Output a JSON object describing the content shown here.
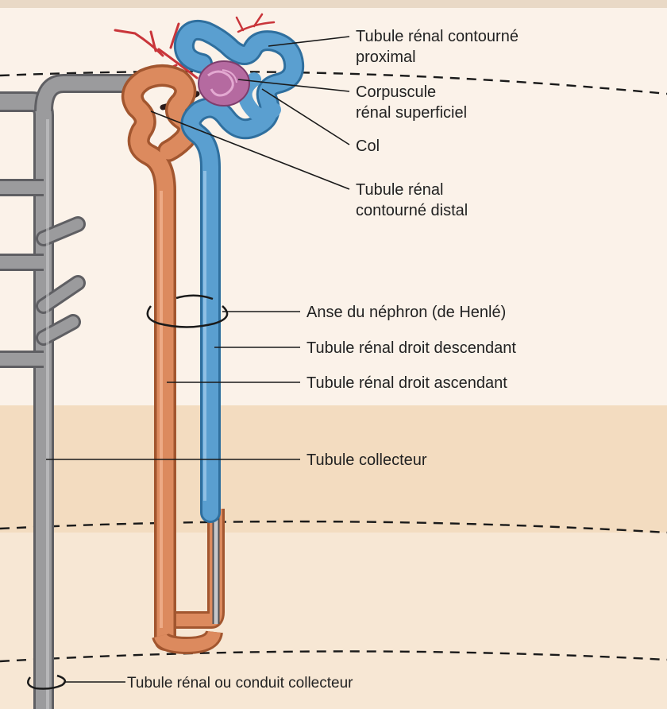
{
  "colors": {
    "cortex": "#fbf2e9",
    "medulla": "#f3dcc0",
    "medulla_inner": "#f7e7d4",
    "proximal_blue": "#5a9fd0",
    "proximal_blue_dark": "#2f6f9e",
    "distal_orange": "#dc8a5e",
    "distal_orange_dark": "#a2562f",
    "collecting_gray": "#9b9b9d",
    "collecting_gray_dark": "#5f5f63",
    "corpuscle": "#b56aa0",
    "artery_red": "#c9353a"
  },
  "labels": {
    "proximal_line1": "Tubule rénal contourné",
    "proximal_line2": "proximal",
    "corpuscle_line1": "Corpuscule",
    "corpuscle_line2": "rénal superficiel",
    "col": "Col",
    "distal_line1": "Tubule rénal",
    "distal_line2": "contourné distal",
    "loop": "Anse du néphron (de Henlé)",
    "descending": "Tubule rénal droit descendant",
    "ascending": "Tubule rénal droit ascendant",
    "collecting_tubule": "Tubule collecteur",
    "collecting_duct": "Tubule rénal ou conduit collecteur"
  }
}
